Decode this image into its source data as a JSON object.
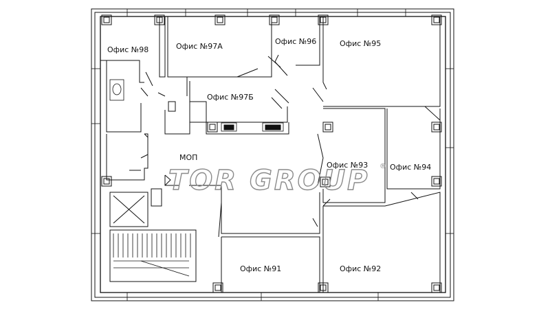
{
  "plan": {
    "rooms": [
      {
        "id": "98",
        "label": "Офис №98"
      },
      {
        "id": "97a",
        "label": "Офис №97А"
      },
      {
        "id": "96",
        "label": "Офис №96"
      },
      {
        "id": "95",
        "label": "Офис №95"
      },
      {
        "id": "97b",
        "label": "Офис №97Б"
      },
      {
        "id": "mop",
        "label": "МОП"
      },
      {
        "id": "93",
        "label": "Офис №93"
      },
      {
        "id": "94",
        "label": "Офис №94"
      },
      {
        "id": "91",
        "label": "Офис №91"
      },
      {
        "id": "92",
        "label": "Офис №92"
      }
    ],
    "watermark": "TOR GROUP",
    "registered_mark": "®"
  }
}
